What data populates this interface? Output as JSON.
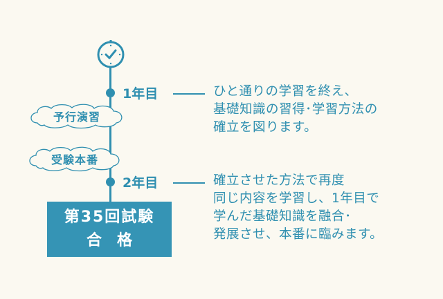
{
  "timeline": [
    {
      "label": "1年目",
      "lines": [
        "ひと通りの学習を終え、",
        "基礎知識の習得･学習方法の",
        "確立を図ります。"
      ]
    },
    {
      "label": "2年目",
      "lines": [
        "確立させた方法で再度",
        "同じ内容を学習し、1年目で",
        "学んだ基礎知識を融合･",
        "発展させ、本番に臨みます。"
      ]
    }
  ],
  "clouds": [
    "予行演習",
    "受験本番"
  ],
  "exam": {
    "line1": "第35回試験",
    "line2": "合格"
  },
  "colors": {
    "accent": "#2f8fb0",
    "box": "#3594b5",
    "background": "#fbf9f1"
  },
  "icons": {
    "top": "clock-icon"
  }
}
